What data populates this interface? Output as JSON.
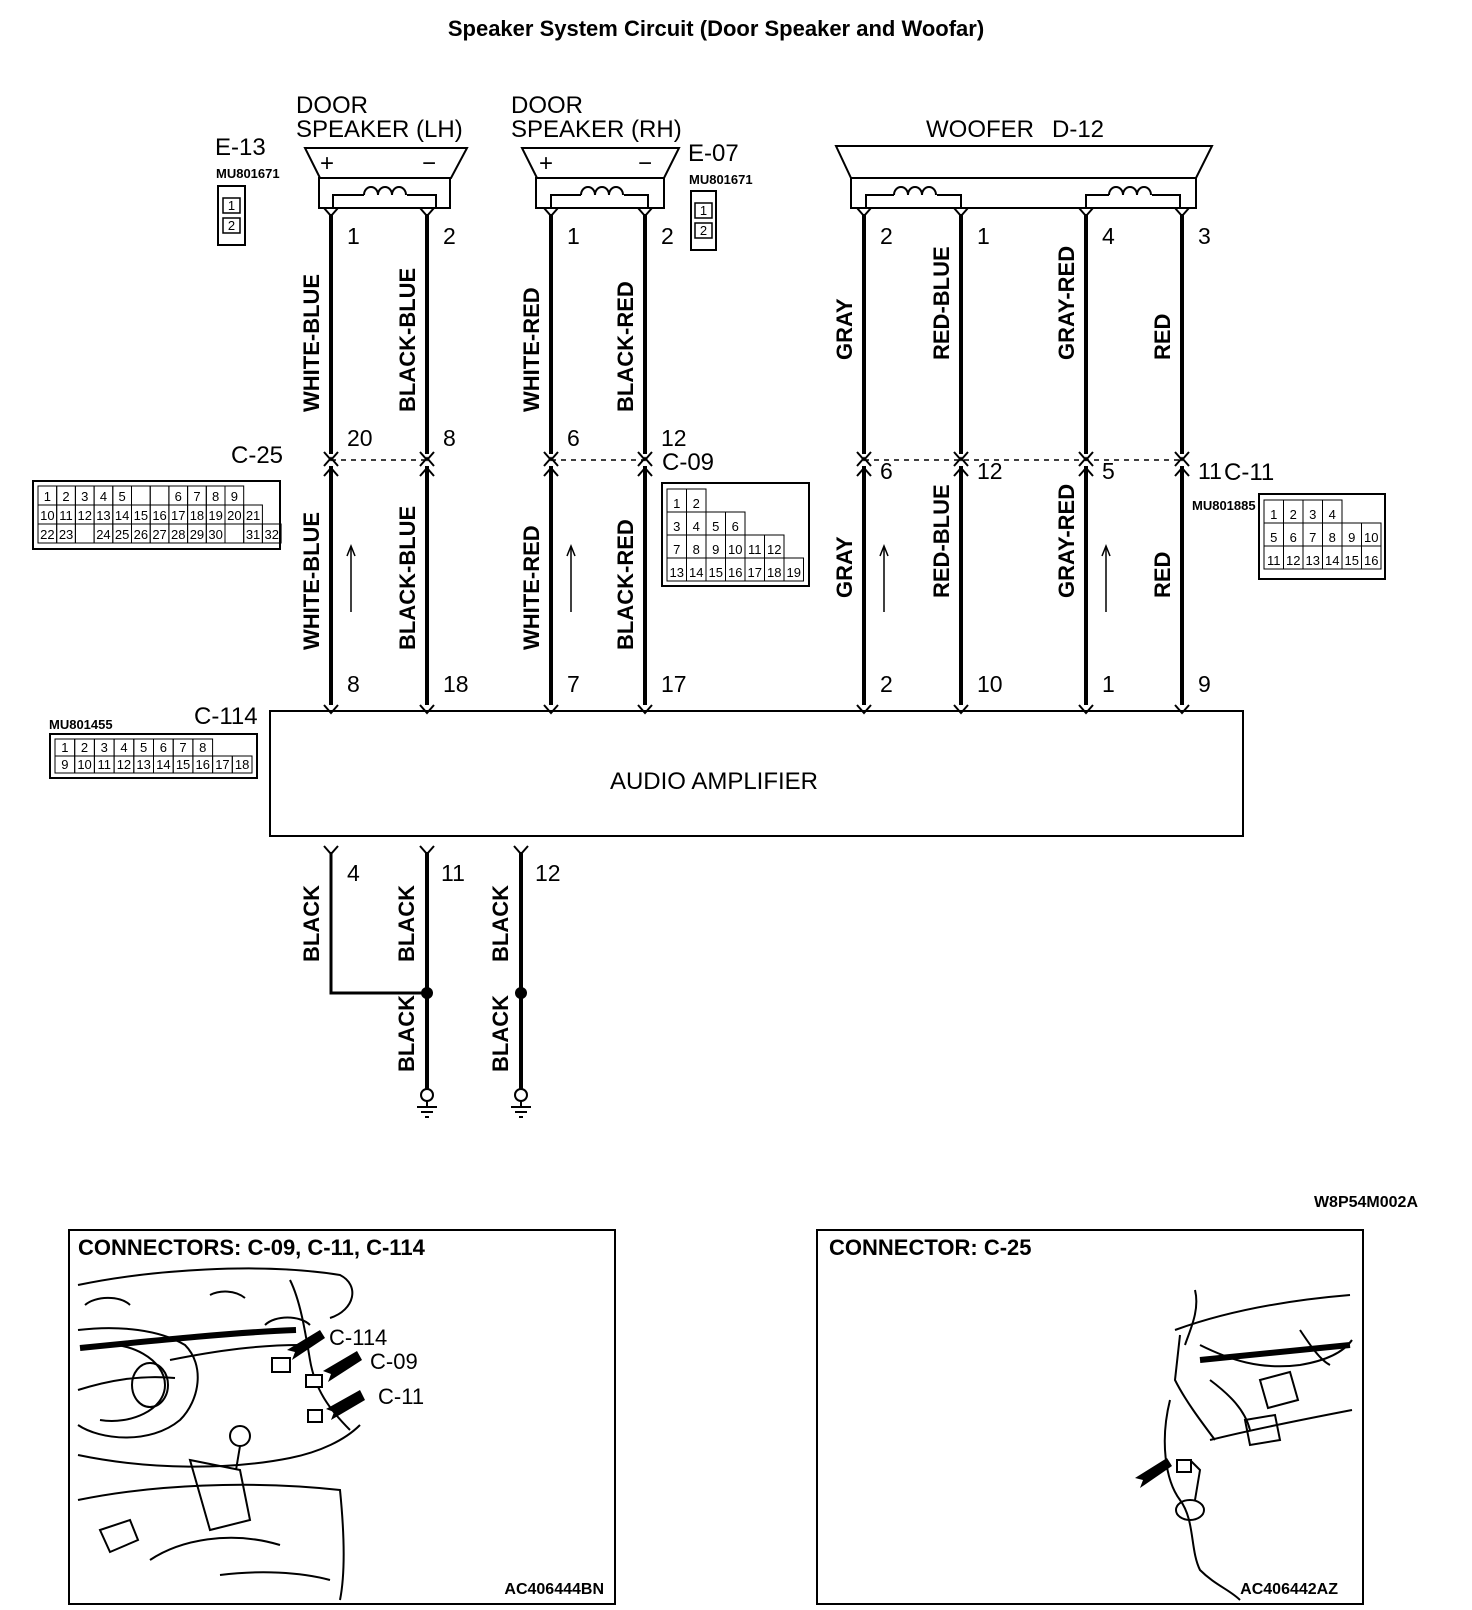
{
  "title": "Speaker System Circuit (Door Speaker and Woofar)",
  "drawing_code": "W8P54M002A",
  "components": {
    "door_lh": {
      "line1": "DOOR",
      "line2": "SPEAKER (LH)",
      "plus": "+",
      "minus": "−"
    },
    "door_rh": {
      "line1": "DOOR",
      "line2": "SPEAKER (RH)",
      "plus": "+",
      "minus": "−"
    },
    "woofer": {
      "label": "WOOFER",
      "connector": "D-12"
    },
    "amplifier": {
      "label": "AUDIO AMPLIFIER"
    }
  },
  "connectors": {
    "e13": {
      "id": "E-13",
      "part": "MU801671",
      "pins": [
        "1",
        "2"
      ]
    },
    "e07": {
      "id": "E-07",
      "part": "MU801671",
      "pins": [
        "1",
        "2"
      ]
    },
    "c25": {
      "id": "C-25",
      "rows": [
        [
          "1",
          "2",
          "3",
          "4",
          "5",
          "",
          "",
          "6",
          "7",
          "8",
          "9"
        ],
        [
          "10",
          "11",
          "12",
          "13",
          "14",
          "15",
          "16",
          "17",
          "18",
          "19",
          "20",
          "21"
        ],
        [
          "22",
          "23",
          "",
          "24",
          "25",
          "26",
          "27",
          "28",
          "29",
          "30",
          "",
          "31",
          "32"
        ]
      ]
    },
    "c09": {
      "id": "C-09",
      "rows": [
        [
          "1",
          "2"
        ],
        [
          "3",
          "4",
          "5",
          "6"
        ],
        [
          "7",
          "8",
          "9",
          "10",
          "11",
          "12"
        ],
        [
          "13",
          "14",
          "15",
          "16",
          "17",
          "18",
          "19"
        ]
      ]
    },
    "c11": {
      "id": "C-11",
      "part": "MU801885",
      "rows": [
        [
          "1",
          "2",
          "3",
          "4"
        ],
        [
          "5",
          "6",
          "7",
          "8",
          "9",
          "10"
        ],
        [
          "11",
          "12",
          "13",
          "14",
          "15",
          "16"
        ]
      ]
    },
    "c114": {
      "id": "C-114",
      "part": "MU801455",
      "rows": [
        [
          "1",
          "2",
          "3",
          "4",
          "5",
          "6",
          "7",
          "8"
        ],
        [
          "9",
          "10",
          "11",
          "12",
          "13",
          "14",
          "15",
          "16",
          "17",
          "18"
        ]
      ]
    }
  },
  "wires": {
    "lh_pos": {
      "top": "WHITE-BLUE",
      "bottom": "WHITE-BLUE",
      "spk_pin": "1",
      "c25_pin": "20",
      "amp_pin": "8"
    },
    "lh_neg": {
      "top": "BLACK-BLUE",
      "bottom": "BLACK-BLUE",
      "spk_pin": "2",
      "c25_pin": "8",
      "amp_pin": "18"
    },
    "rh_pos": {
      "top": "WHITE-RED",
      "bottom": "WHITE-RED",
      "spk_pin": "1",
      "c09_pin": "6",
      "amp_pin": "7"
    },
    "rh_neg": {
      "top": "BLACK-RED",
      "bottom": "BLACK-RED",
      "spk_pin": "2",
      "c09_pin": "12",
      "amp_pin": "17"
    },
    "wf_a": {
      "top": "GRAY",
      "bottom": "GRAY",
      "spk_pin": "2",
      "c11_pin": "6",
      "amp_pin": "2"
    },
    "wf_b": {
      "top": "RED-BLUE",
      "bottom": "RED-BLUE",
      "spk_pin": "1",
      "c11_pin": "12",
      "amp_pin": "10"
    },
    "wf_c": {
      "top": "GRAY-RED",
      "bottom": "GRAY-RED",
      "spk_pin": "4",
      "c11_pin": "5",
      "amp_pin": "1"
    },
    "wf_d": {
      "top": "RED",
      "bottom": "RED",
      "spk_pin": "3",
      "c11_pin": "11",
      "amp_pin": "9"
    }
  },
  "ground": {
    "pins": [
      "4",
      "11",
      "12"
    ],
    "color": "BLACK"
  },
  "panels": {
    "left": {
      "title": "CONNECTORS: C-09, C-11, C-114",
      "code": "AC406444BN",
      "callouts": [
        "C-114",
        "C-09",
        "C-11"
      ]
    },
    "right": {
      "title": "CONNECTOR: C-25",
      "code": "AC406442AZ"
    }
  }
}
